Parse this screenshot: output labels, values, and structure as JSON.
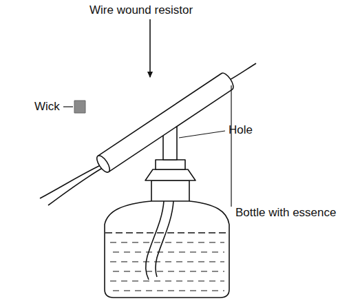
{
  "diagram": {
    "labels": [
      "Wire wound resistor",
      "Wick",
      "Hole",
      "Bottle with essence"
    ]
  }
}
